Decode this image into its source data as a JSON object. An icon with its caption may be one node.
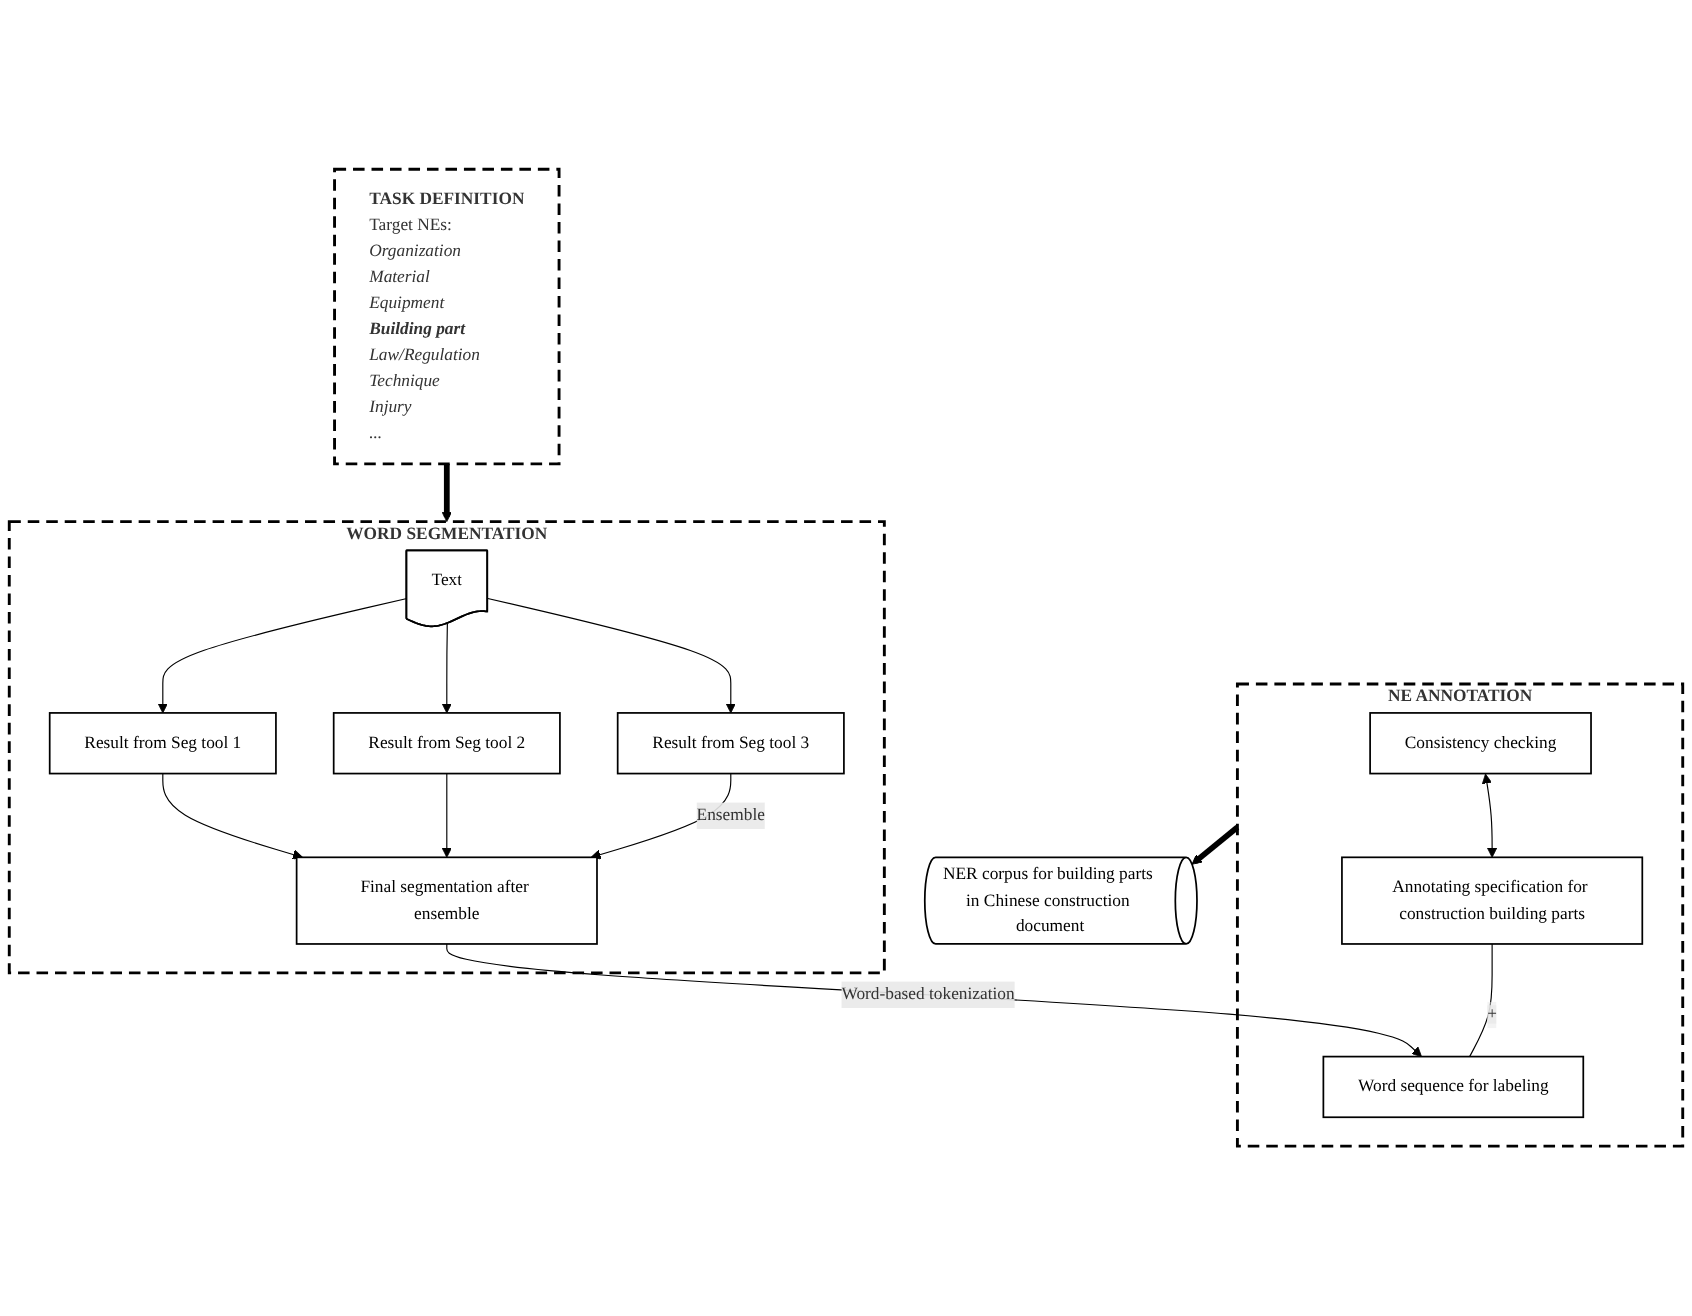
{
  "diagram": {
    "nodes": [
      {
        "text": [
          "TASK DEFINITION",
          "Target NEs:",
          "Organization",
          "Material",
          "Equipment",
          "**Building part**",
          "Law/Regulation",
          "Technique",
          "Injury",
          "..."
        ]
      },
      {
        "text": [
          "WORD SEGMENTATION"
        ]
      },
      {
        "text": [
          "Text"
        ],
        "in": 1
      },
      {
        "text": [
          "Result from Seg tool 1"
        ],
        "in": 1
      },
      {
        "text": [
          "Result from Seg tool 2"
        ],
        "in": 1
      },
      {
        "text": [
          "Result from Seg tool 3"
        ],
        "in": 1
      },
      {
        "text": [
          "Final segmentation after ensemble"
        ],
        "in": 1
      },
      {
        "text": [
          "NE ANNOTATION"
        ]
      },
      {
        "text": [
          "Consistency checking"
        ],
        "in": 7
      },
      {
        "text": [
          "Annotating specification for construction building parts"
        ],
        "in": 7
      },
      {
        "text": [
          "Word sequence for labeling"
        ],
        "in": 7
      },
      {
        "text": [
          "NER corpus for building parts in Chinese construction document"
        ]
      }
    ],
    "edges": [
      {
        "from": 0,
        "to": 1,
        "arrow": "to",
        "style": "thick"
      },
      {
        "from": 2,
        "to": 3,
        "arrow": "to"
      },
      {
        "from": 2,
        "to": 4,
        "arrow": "to"
      },
      {
        "from": 2,
        "to": 5,
        "arrow": "to"
      },
      {
        "from": 3,
        "to": 6,
        "arrow": "to"
      },
      {
        "from": 4,
        "to": 6,
        "arrow": "to"
      },
      {
        "from": 5,
        "to": 6,
        "arrow": "to",
        "label": "Ensemble"
      },
      {
        "from": 6,
        "to": 10,
        "arrow": "to",
        "label": "Word-based tokenization"
      },
      {
        "from": 8,
        "to": 9,
        "arrow": "both"
      },
      {
        "from": 9,
        "to": 10,
        "arrow": "none",
        "label": "+"
      },
      {
        "from": 7,
        "to": 11,
        "arrow": "to",
        "style": "thick"
      }
    ]
  }
}
